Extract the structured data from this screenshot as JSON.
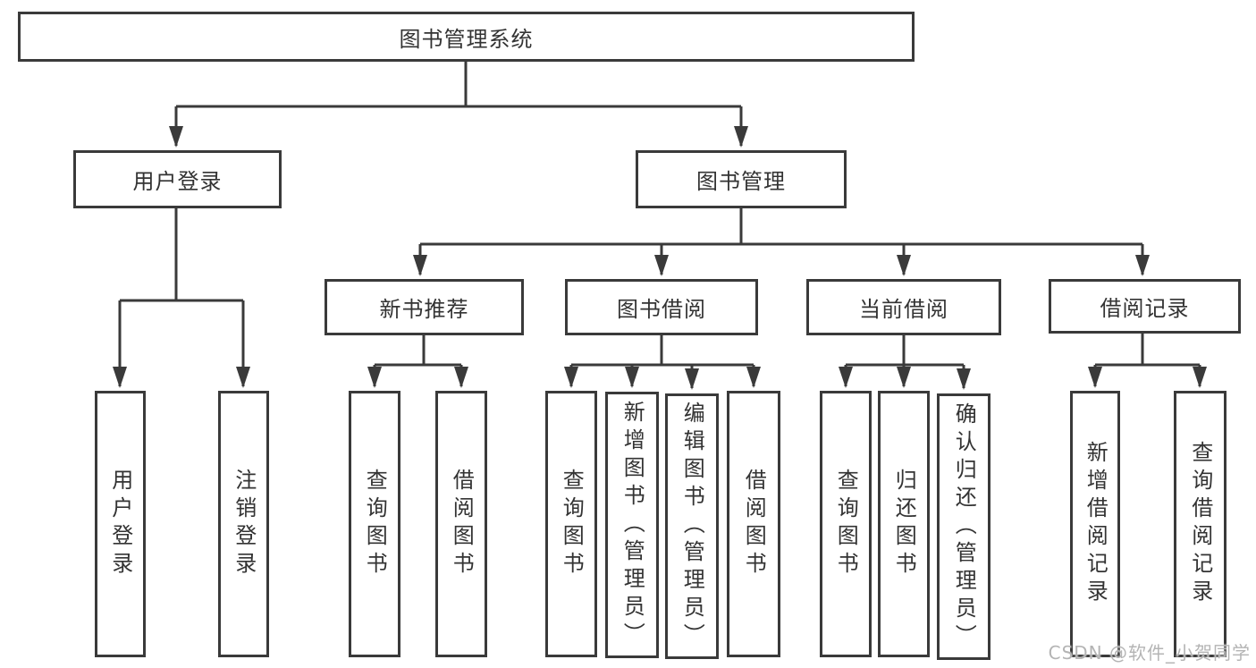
{
  "tree": {
    "label": "图书管理系统",
    "children": [
      {
        "label": "用户登录",
        "children": [
          {
            "label": "用户登录"
          },
          {
            "label": "注销登录"
          }
        ]
      },
      {
        "label": "图书管理",
        "children": [
          {
            "label": "新书推荐",
            "children": [
              {
                "label": "查询图书"
              },
              {
                "label": "借阅图书"
              }
            ]
          },
          {
            "label": "图书借阅",
            "children": [
              {
                "label": "查询图书"
              },
              {
                "label": "新增图书（管理员）"
              },
              {
                "label": "编辑图书（管理员）"
              },
              {
                "label": "借阅图书"
              }
            ]
          },
          {
            "label": "当前借阅",
            "children": [
              {
                "label": "查询图书"
              },
              {
                "label": "归还图书"
              },
              {
                "label": "确认归还（管理员）"
              }
            ]
          },
          {
            "label": "借阅记录",
            "children": [
              {
                "label": "新增借阅记录"
              },
              {
                "label": "查询借阅记录"
              }
            ]
          }
        ]
      }
    ]
  },
  "watermark": {
    "text": "CSDN @软件_小贺同学"
  },
  "colors": {
    "line": "#3a3a3a",
    "box_border": "#3a3a3a",
    "text": "#333333",
    "watermark": "#b4b4b4",
    "background": "#ffffff"
  }
}
